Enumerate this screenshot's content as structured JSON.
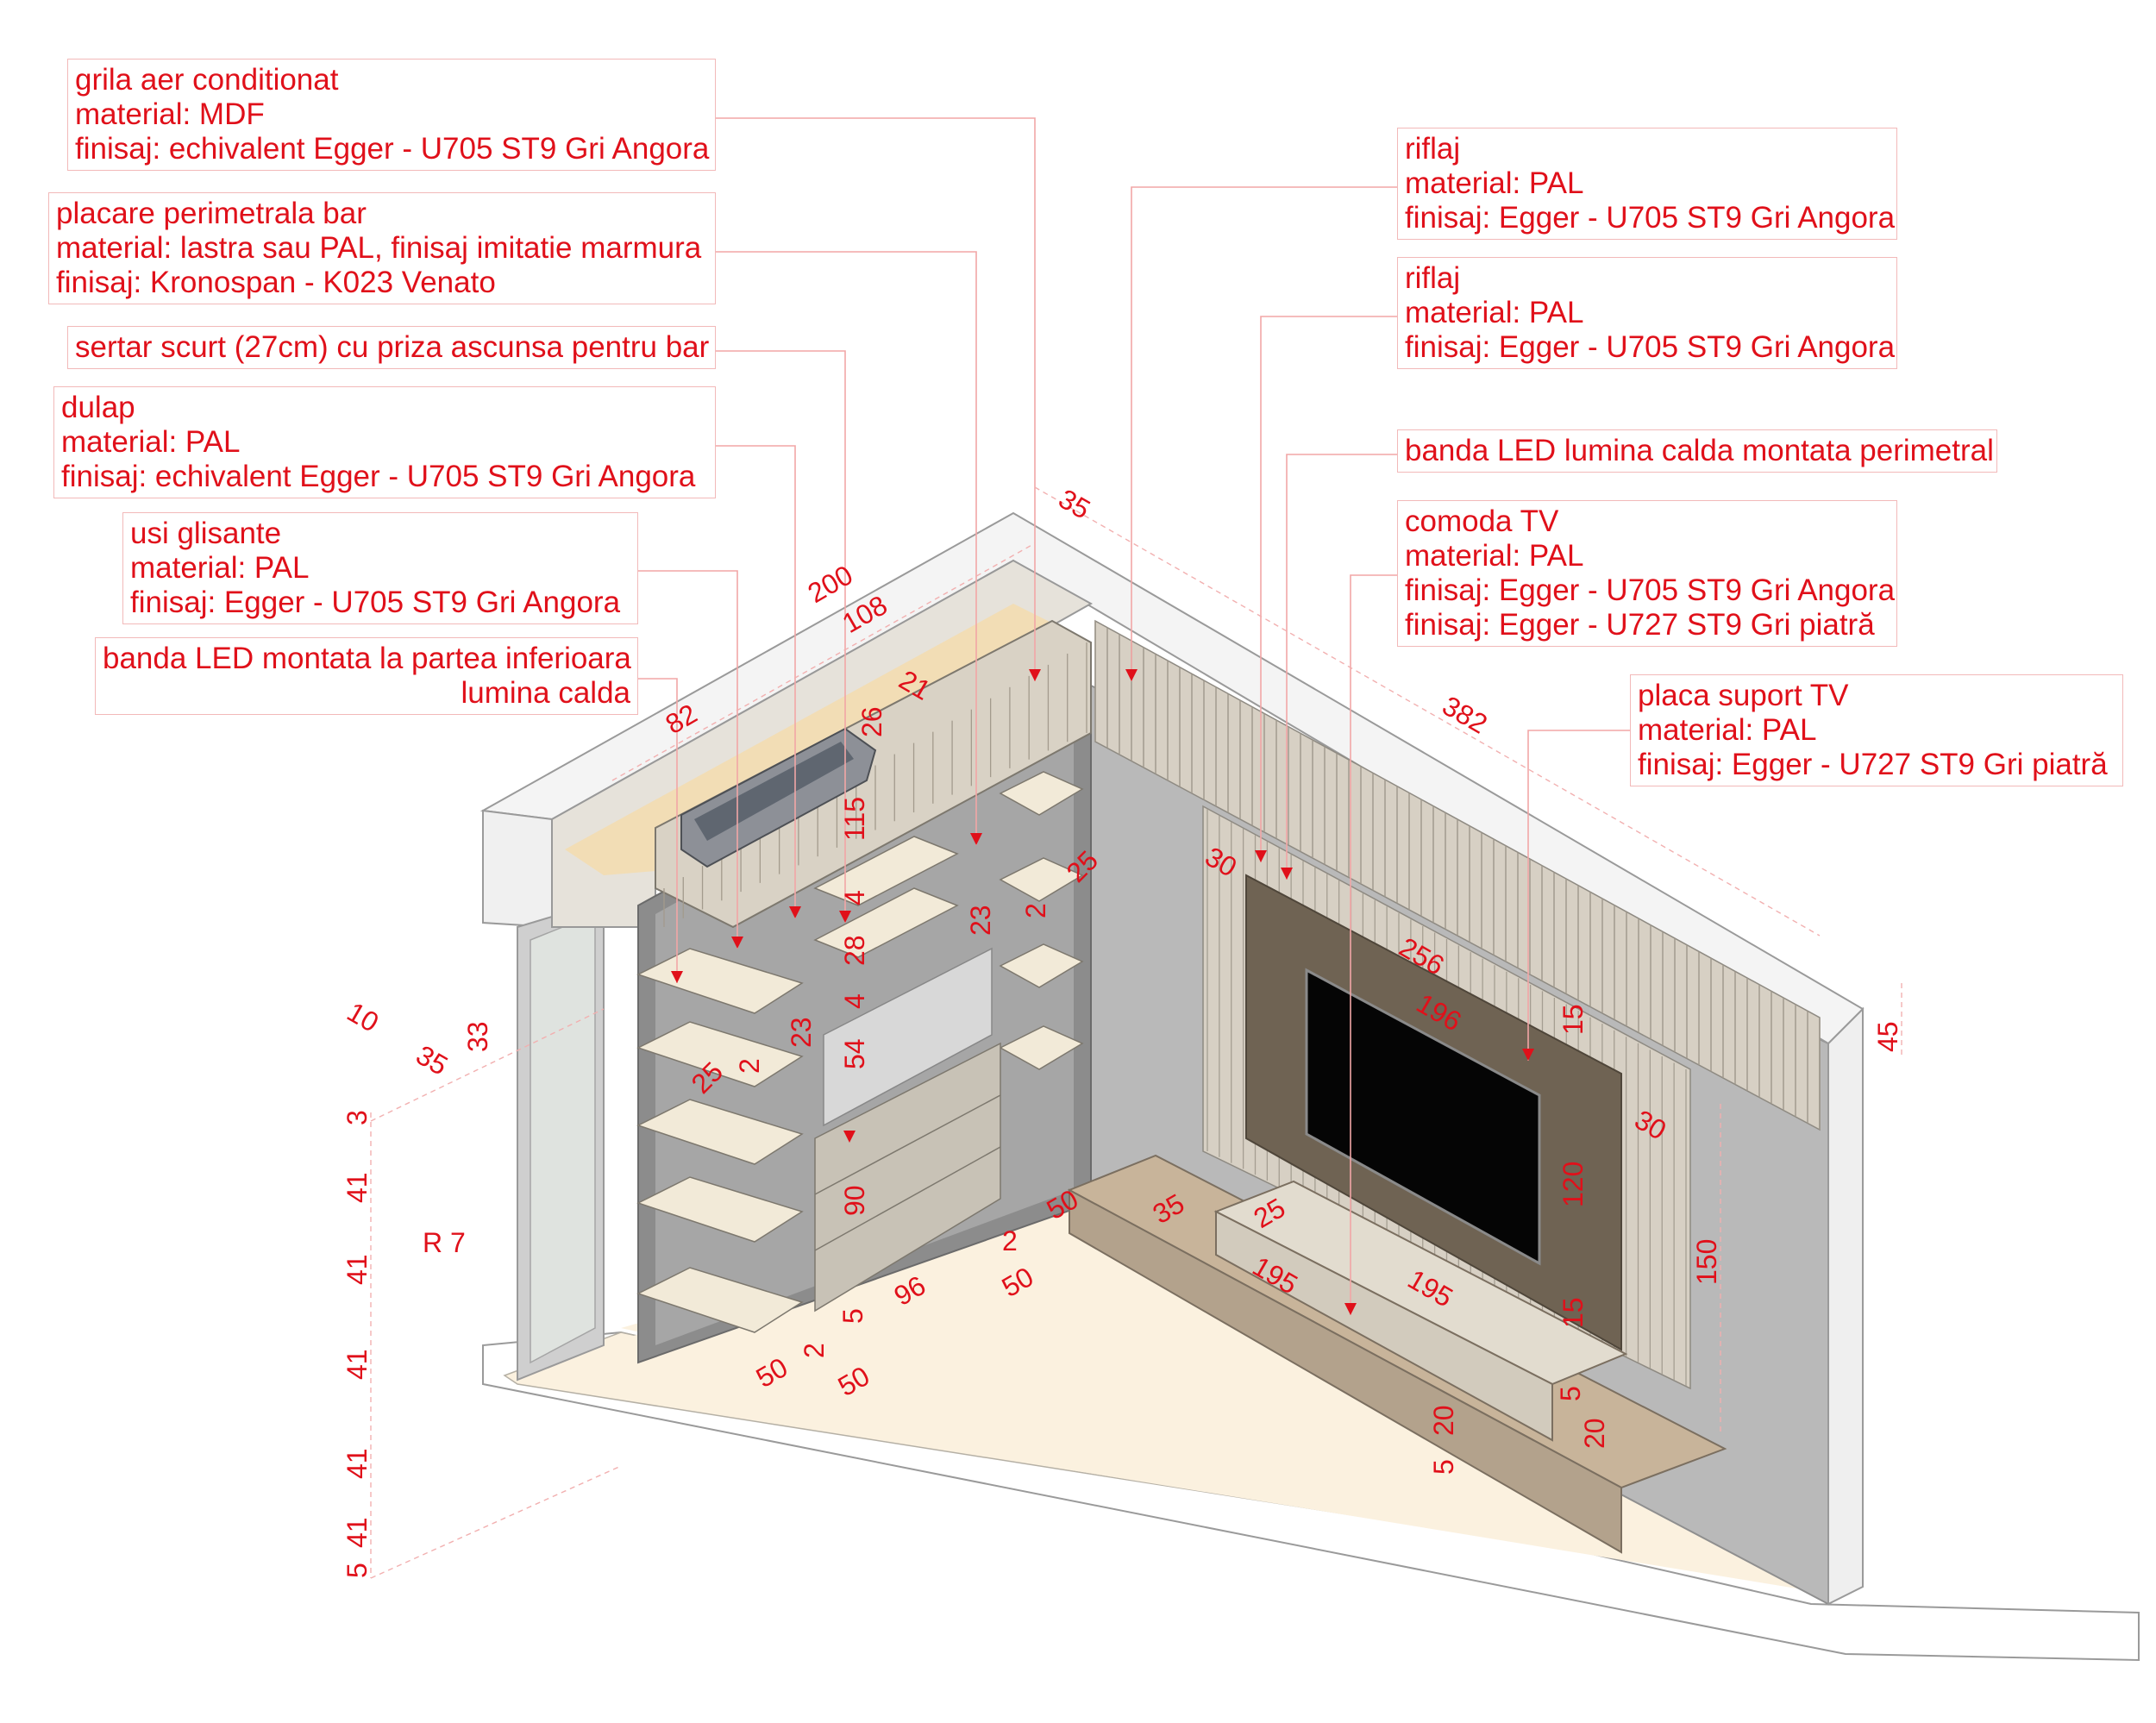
{
  "labels": {
    "grila": [
      "grila aer conditionat",
      "material: MDF",
      "finisaj: echivalent Egger - U705 ST9 Gri Angora"
    ],
    "placare": [
      "placare perimetrala bar",
      "material: lastra sau PAL, finisaj imitatie marmura",
      "finisaj: Kronospan - K023 Venato"
    ],
    "sertar": [
      "sertar scurt (27cm) cu priza ascunsa pentru bar"
    ],
    "dulap": [
      "dulap",
      "material: PAL",
      "finisaj: echivalent Egger - U705 ST9 Gri Angora"
    ],
    "usi": [
      "usi glisante",
      "material: PAL",
      "finisaj: Egger - U705 ST9 Gri Angora"
    ],
    "banda_inf": [
      "banda LED montata la partea inferioara",
      "lumina calda"
    ],
    "riflaj1": [
      "riflaj",
      "material: PAL",
      "finisaj: Egger - U705 ST9 Gri Angora"
    ],
    "riflaj2": [
      "riflaj",
      "material: PAL",
      "finisaj: Egger - U705 ST9 Gri Angora"
    ],
    "banda_per": [
      "banda LED lumina calda montata perimetral"
    ],
    "comoda": [
      "comoda TV",
      "material: PAL",
      "finisaj: Egger - U705 ST9 Gri Angora",
      "finisaj: Egger - U727 ST9 Gri piatră"
    ],
    "placa": [
      "placa suport TV",
      "material: PAL",
      "finisaj: Egger - U727 ST9 Gri piatră"
    ]
  },
  "dims": {
    "d35top": "35",
    "d200": "200",
    "d108": "108",
    "d82": "82",
    "d21": "21",
    "d26": "26",
    "d382": "382",
    "d115": "115",
    "d4a": "4",
    "d28": "28",
    "d4b": "4",
    "d54": "54",
    "d23a": "23",
    "d2a": "2",
    "d25a": "25",
    "d23b": "23",
    "d25b": "25",
    "d2b": "2",
    "d90": "90",
    "d2c": "2",
    "d50a": "50",
    "d35b": "35",
    "d25c": "25",
    "d96": "96",
    "d50b": "50",
    "d5a": "5",
    "d2d": "2",
    "d50c": "50",
    "d50d": "50",
    "d195a": "195",
    "d195b": "195",
    "d15a": "15",
    "d120": "120",
    "d15b": "15",
    "d150": "150",
    "d5b": "5",
    "d20a": "20",
    "d20b": "20",
    "d5c": "5",
    "d30a": "30",
    "d30b": "30",
    "d256": "256",
    "d196": "196",
    "d45": "45",
    "d10": "10",
    "d35c": "35",
    "d33": "33",
    "d3": "3",
    "d41a": "41",
    "d41b": "41",
    "d41c": "41",
    "d41d": "41",
    "d41e": "41",
    "d5d": "5",
    "r7": "R 7"
  }
}
